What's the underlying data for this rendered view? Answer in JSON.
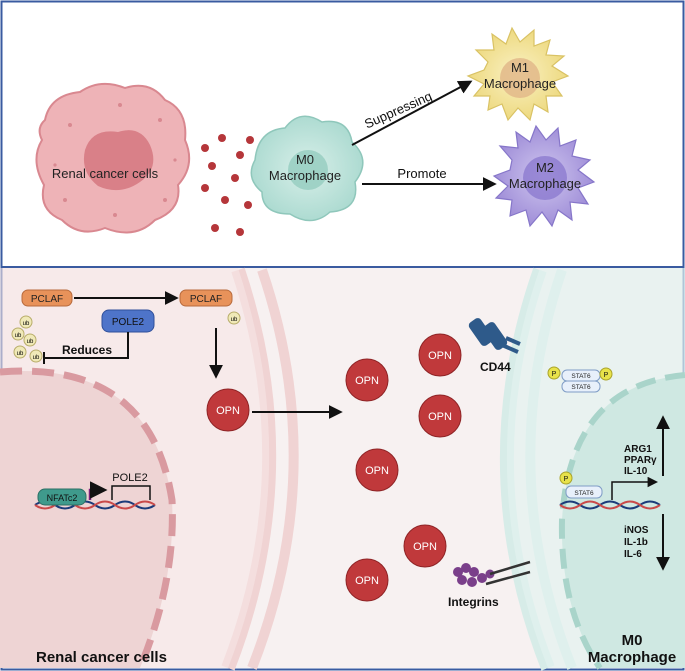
{
  "top_panel": {
    "renal_label": "Renal cancer cells",
    "m0_label_1": "M0",
    "m0_label_2": "Macrophage",
    "m1_label_1": "M1",
    "m1_label_2": "Macrophage",
    "m2_label_1": "M2",
    "m2_label_2": "Macrophage",
    "suppressing": "Suppressing",
    "promote": "Promote"
  },
  "bottom_panel": {
    "pclaf": "PCLAF",
    "ub": "ub",
    "pole2": "POLE2",
    "reduces": "Reduces",
    "nfatc2": "NFATc2",
    "opn": "OPN",
    "cd44": "CD44",
    "integrins": "Integrins",
    "stat6": "STAT6",
    "p": "P",
    "up_genes": [
      "ARG1",
      "PPARγ",
      "IL-10"
    ],
    "down_genes": [
      "iNOS",
      "IL-1b",
      "IL-6"
    ],
    "renal_label": "Renal cancer cells",
    "m0_label_1": "M0",
    "m0_label_2": "Macrophage"
  },
  "colors": {
    "frame": "#3a5ba0",
    "cancer_cell": "#e9a3a8",
    "opn": "#c0393b",
    "pclaf": "#e8925a",
    "pole2": "#4e74c9",
    "m0": "#bfe3dc",
    "m1": "#f3e29a",
    "m2": "#b6a9e0"
  }
}
